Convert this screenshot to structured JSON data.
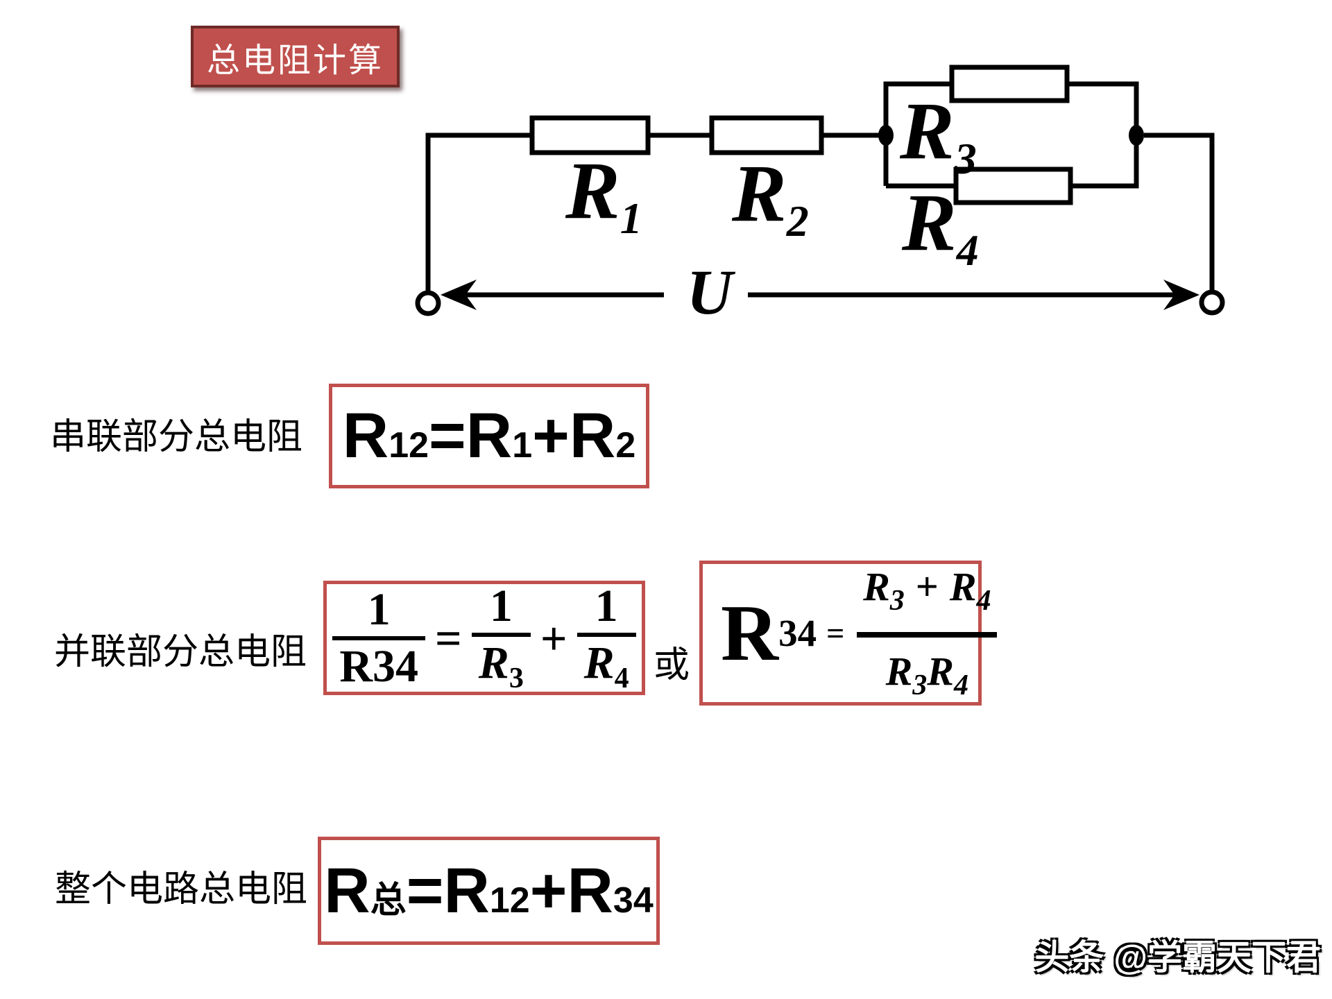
{
  "colors": {
    "accent_red": "#c0504d",
    "title_border": "#6e2a27",
    "ink": "#000000",
    "background": "#ffffff"
  },
  "title": {
    "label": "总电阻计算"
  },
  "circuit": {
    "labels": {
      "r1": {
        "main": "R",
        "sub": "1"
      },
      "r2": {
        "main": "R",
        "sub": "2"
      },
      "r3": {
        "main": "R",
        "sub": "3"
      },
      "r4": {
        "main": "R",
        "sub": "4"
      },
      "voltage": "U"
    },
    "topology": "R1 and R2 in series, then R3 parallel R4, across source voltage U"
  },
  "sections": {
    "series": {
      "label": "串联部分总电阻",
      "formula": {
        "t0": "R",
        "t1": "12",
        "t2": "=",
        "t3": "R",
        "t4": "1",
        "t5": "+",
        "t6": "R",
        "t7": "2"
      }
    },
    "parallel": {
      "label": "并联部分总电阻",
      "reciprocal": {
        "f1_num": "1",
        "f1_den": "R34",
        "eq": "=",
        "f2_num": "1",
        "f2_den_main": "R",
        "f2_den_sub": "3",
        "plus": "+",
        "f3_num": "1",
        "f3_den_main": "R",
        "f3_den_sub": "4"
      },
      "or_label": "或",
      "product": {
        "lhs_main": "R",
        "lhs_sub": "34",
        "eq": "=",
        "num_left_main": "R",
        "num_left_sub": "3",
        "num_op": "+",
        "num_right_main": "R",
        "num_right_sub": "4",
        "den_left_main": "R",
        "den_left_sub": "3",
        "den_right_main": "R",
        "den_right_sub": "4"
      }
    },
    "total": {
      "label": "整个电路总电阻",
      "formula": {
        "t0": "R",
        "t1": "总",
        "t2": "=",
        "t3": "R",
        "t4": "12",
        "t5": "+",
        "t6": "R",
        "t7": "34"
      }
    }
  },
  "watermark": "头条 @学霸天下君"
}
